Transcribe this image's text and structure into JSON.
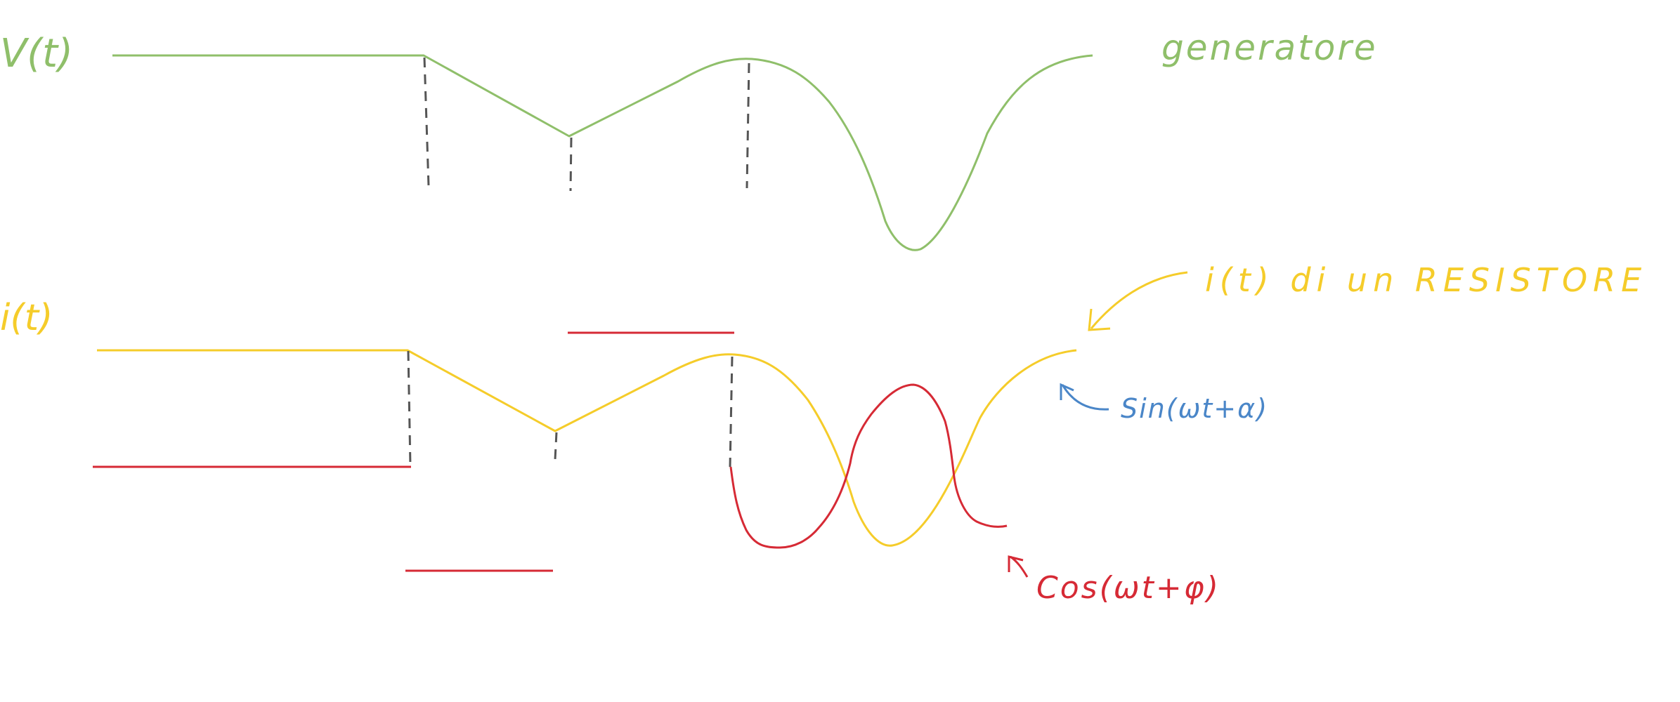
{
  "labels": {
    "v_axis": "V(t)",
    "generator": "generatore",
    "i_axis": "i(t)",
    "resistor_note": "i(t) di un RESISTORE",
    "sin_note": "Sin(ωt+α)",
    "cos_note": "Cos(ωt+φ)"
  },
  "colors": {
    "voltage": "#8fbf6a",
    "current": "#f5cc2a",
    "sin_annotation": "#4a86c8",
    "derivative": "#d62a35",
    "guides": "#555555"
  }
}
